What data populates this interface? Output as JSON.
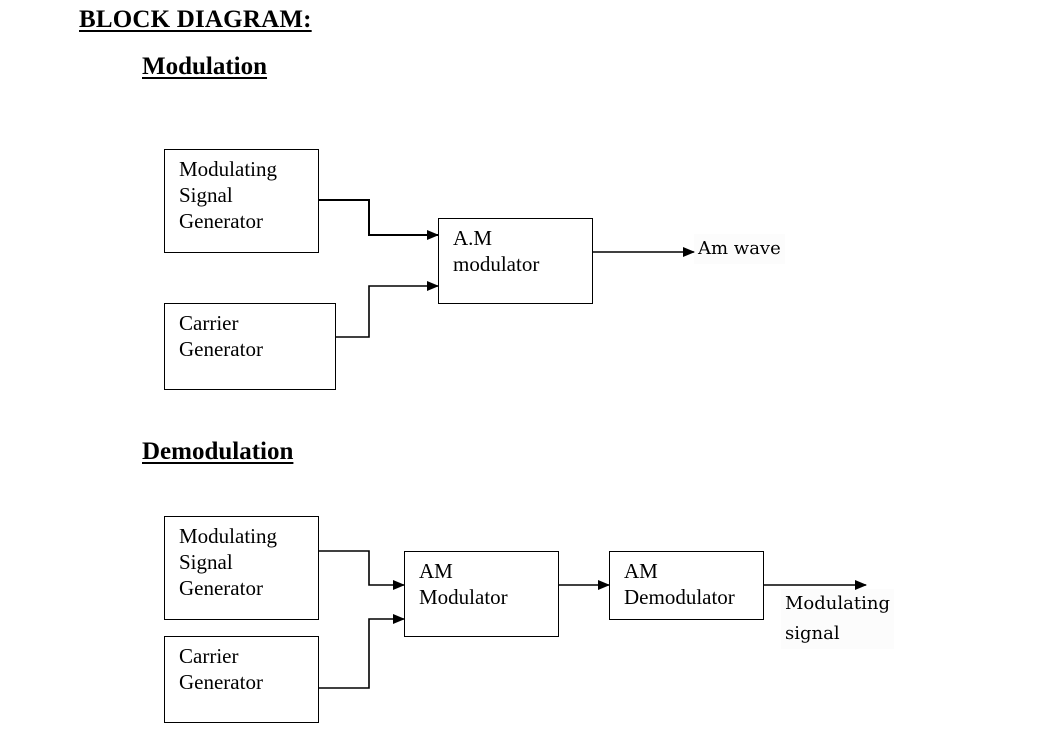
{
  "title": "BLOCK DIAGRAM:",
  "sections": {
    "modulation": {
      "heading": "Modulation",
      "blocks": {
        "modulating_generator": "Modulating\nSignal\nGenerator",
        "carrier_generator": "Carrier\nGenerator",
        "am_modulator": "A.M\nmodulator"
      },
      "output_label": "Am wave"
    },
    "demodulation": {
      "heading": "Demodulation",
      "blocks": {
        "modulating_generator": "Modulating\nSignal\nGenerator",
        "carrier_generator": "Carrier\nGenerator",
        "am_modulator": "AM\nModulator",
        "am_demodulator": "AM\nDemodulator"
      },
      "output_label": "Modulating\nsignal"
    }
  },
  "connections": [
    {
      "from": "modulation.modulating_generator",
      "to": "modulation.am_modulator"
    },
    {
      "from": "modulation.carrier_generator",
      "to": "modulation.am_modulator"
    },
    {
      "from": "modulation.am_modulator",
      "to": "modulation.output"
    },
    {
      "from": "demodulation.modulating_generator",
      "to": "demodulation.am_modulator"
    },
    {
      "from": "demodulation.carrier_generator",
      "to": "demodulation.am_modulator"
    },
    {
      "from": "demodulation.am_modulator",
      "to": "demodulation.am_demodulator"
    },
    {
      "from": "demodulation.am_demodulator",
      "to": "demodulation.output"
    }
  ]
}
